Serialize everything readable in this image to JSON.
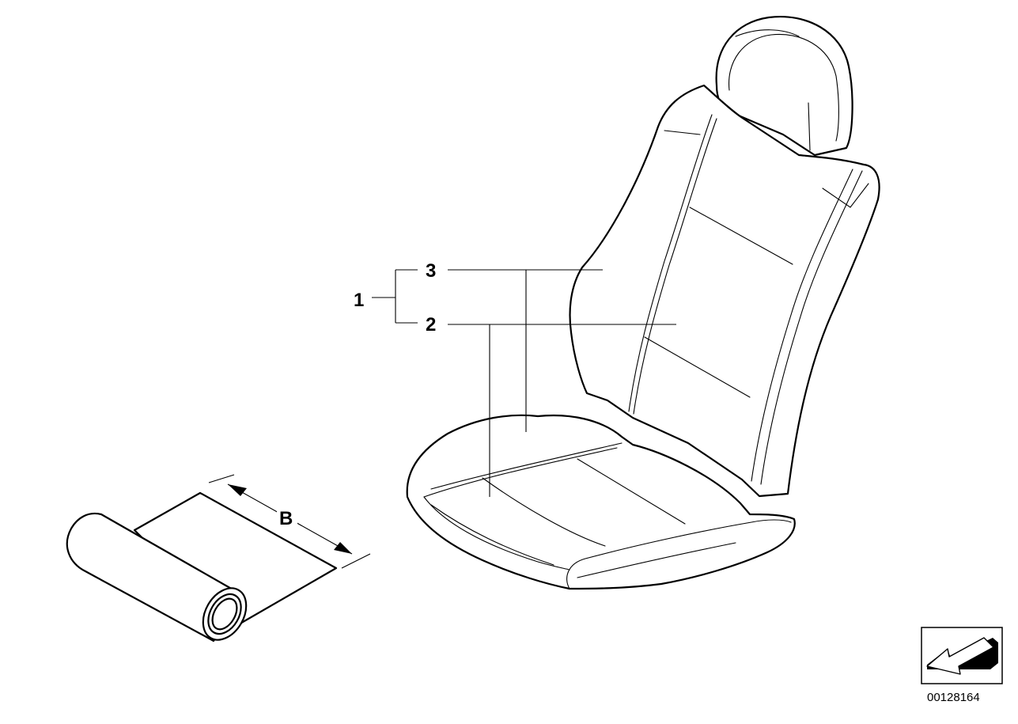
{
  "callouts": {
    "item_1": "1",
    "item_2": "2",
    "item_3": "3"
  },
  "dimension_label": "B",
  "diagram_id": "00128164",
  "icons": {
    "orientation_arrow": "direction-arrow-icon"
  }
}
